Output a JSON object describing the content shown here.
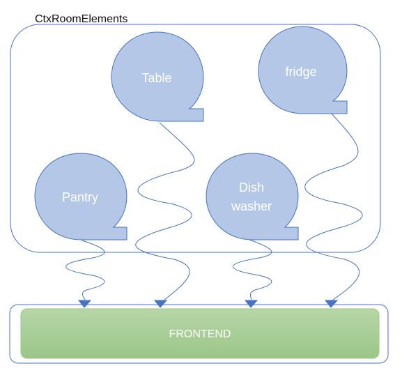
{
  "container": {
    "title": "CtxRoomElements"
  },
  "elements": [
    {
      "id": "table",
      "lines": [
        "Table"
      ]
    },
    {
      "id": "fridge",
      "lines": [
        "fridge"
      ]
    },
    {
      "id": "pantry",
      "lines": [
        "Pantry"
      ]
    },
    {
      "id": "dishwasher",
      "lines": [
        "Dish",
        "washer"
      ]
    }
  ],
  "frontend": {
    "label": "FRONTEND"
  },
  "colors": {
    "bubble_fill": "#b4c7e7",
    "bubble_stroke": "#4472c4",
    "frontend_fill_top": "#b7d6a7",
    "frontend_fill_bottom": "#9bc688",
    "container_stroke": "#4472c4",
    "arrow_fill": "#4472c4",
    "text_dark": "#111111",
    "text_light": "#ffffff"
  }
}
